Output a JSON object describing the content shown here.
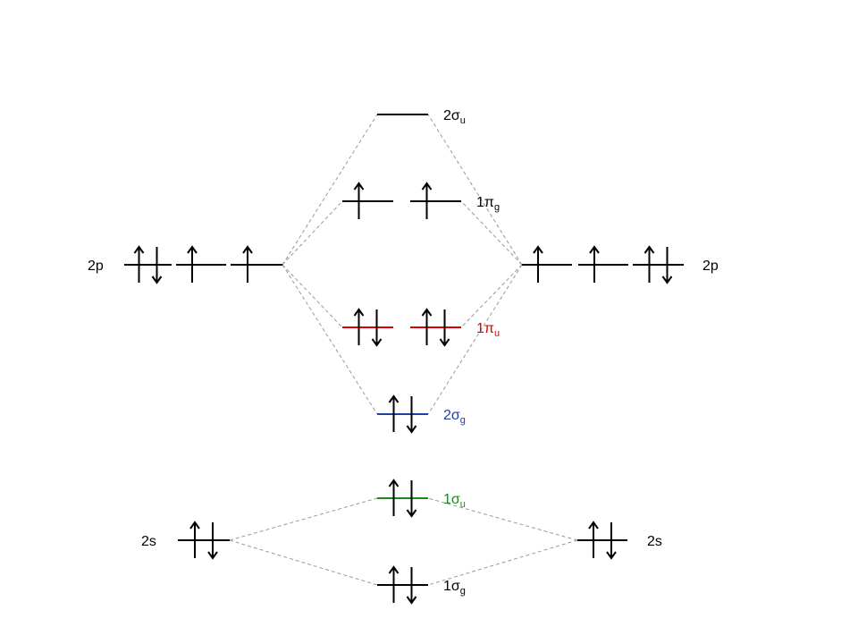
{
  "colors": {
    "default": "#000000",
    "pi_u": "#e00000",
    "sigma_g2": "#1f3f9f",
    "sigma_u1": "#1a8a1a",
    "dash": "#999999"
  },
  "atomic": {
    "left_2p": {
      "label": "2p",
      "electrons": [
        2,
        1,
        1
      ]
    },
    "right_2p": {
      "label": "2p",
      "electrons": [
        1,
        1,
        2
      ]
    },
    "left_2s": {
      "label": "2s",
      "electrons": [
        2
      ]
    },
    "right_2s": {
      "label": "2s",
      "electrons": [
        2
      ]
    }
  },
  "molecular": {
    "sigma_u2": {
      "num": "2",
      "greek": "σ",
      "sub": "u",
      "electrons": [
        0
      ]
    },
    "pi_g1": {
      "num": "1",
      "greek": "π",
      "sub": "g",
      "electrons": [
        1,
        1
      ]
    },
    "pi_u1": {
      "num": "1",
      "greek": "π",
      "sub": "u",
      "electrons": [
        2,
        2
      ]
    },
    "sigma_g2": {
      "num": "2",
      "greek": "σ",
      "sub": "g",
      "electrons": [
        2
      ]
    },
    "sigma_u1": {
      "num": "1",
      "greek": "σ",
      "sub": "u",
      "electrons": [
        2
      ]
    },
    "sigma_g1": {
      "num": "1",
      "greek": "σ",
      "sub": "g",
      "electrons": [
        2
      ]
    }
  }
}
